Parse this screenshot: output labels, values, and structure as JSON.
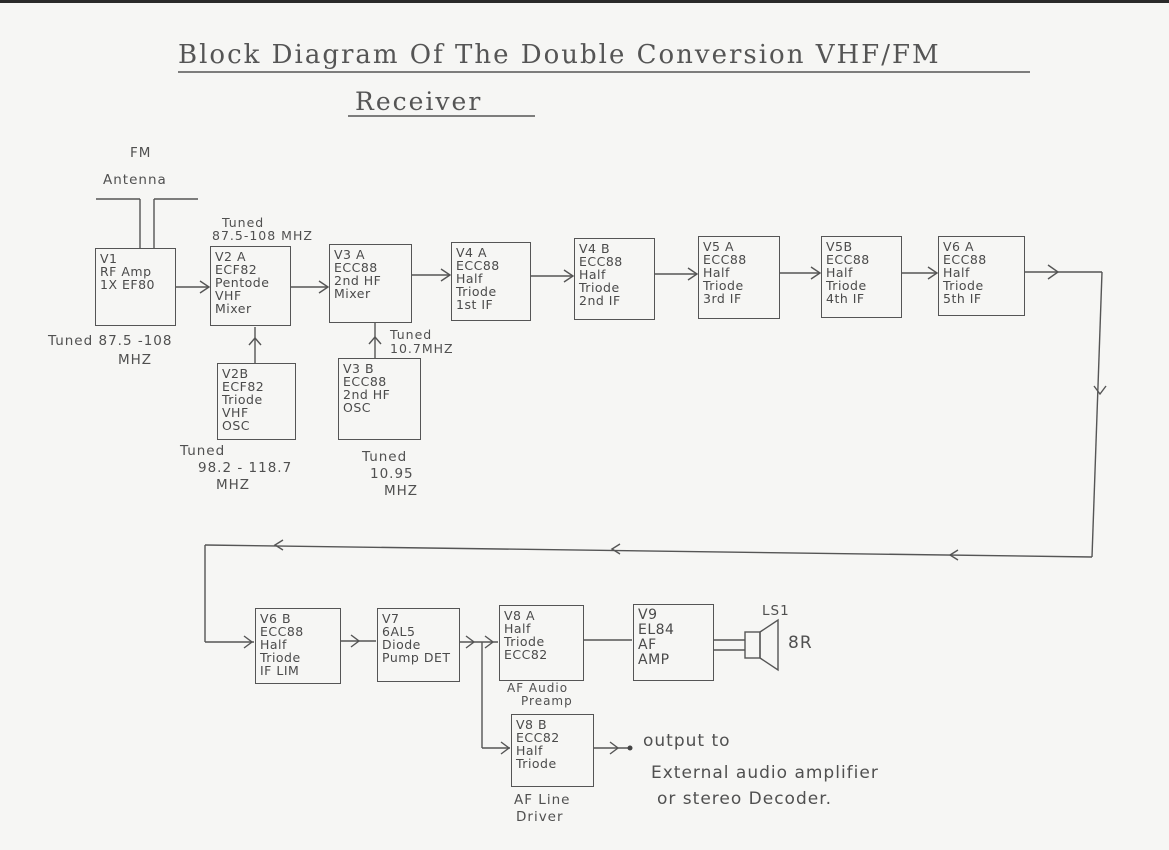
{
  "title_line1": "Block Diagram Of The Double Conversion VHF/FM",
  "title_line2": "Receiver",
  "antenna": {
    "label_1": "FM",
    "label_2": "Antenna"
  },
  "blocks": {
    "v1": [
      "V1",
      "RF Amp",
      "1X EF80"
    ],
    "v2a": [
      "V2 A",
      "ECF82",
      "Pentode",
      "VHF",
      "Mixer"
    ],
    "v2b": [
      "V2B",
      "ECF82",
      "Triode",
      "VHF",
      "OSC"
    ],
    "v3a": [
      "V3 A",
      "ECC88",
      "2nd HF",
      "Mixer"
    ],
    "v3b": [
      "V3 B",
      "ECC88",
      "2nd HF",
      "OSC"
    ],
    "v4a": [
      "V4 A",
      "ECC88",
      "Half",
      "Triode",
      "1st IF"
    ],
    "v4b": [
      "V4 B",
      "ECC88",
      "Half",
      "Triode",
      "2nd IF"
    ],
    "v5a": [
      "V5 A",
      "ECC88",
      "Half",
      "Triode",
      "3rd IF"
    ],
    "v5b": [
      "V5B",
      "ECC88",
      "Half",
      "Triode",
      "4th IF"
    ],
    "v6a": [
      "V6 A",
      "ECC88",
      "Half",
      "Triode",
      "5th IF"
    ],
    "v6b": [
      "V6 B",
      "ECC88",
      "Half",
      "Triode",
      "IF LIM"
    ],
    "v7": [
      "V7",
      "6AL5",
      "Diode",
      "Pump DET"
    ],
    "v8a": [
      "V8 A",
      "Half",
      "Triode",
      "ECC82"
    ],
    "v8b": [
      "V8 B",
      "ECC82",
      "Half",
      "Triode"
    ],
    "v9": [
      "V9",
      "EL84",
      "AF",
      "AMP"
    ]
  },
  "notes": {
    "tuned_v1": [
      "Tuned 87.5 -108",
      "MHZ"
    ],
    "tuned_v2a": [
      "Tuned",
      "87.5-108 MHZ"
    ],
    "tuned_v2b": [
      "Tuned",
      "98.2 - 118.7",
      "MHZ"
    ],
    "tuned_v3a": [
      "Tuned",
      "10.7MHZ"
    ],
    "tuned_v3b": [
      "Tuned",
      "10.95",
      "MHZ"
    ],
    "v8a_caption": [
      "AF Audio",
      "Preamp"
    ],
    "v8b_caption": [
      "AF Line",
      "Driver"
    ],
    "speaker_ref": "LS1",
    "speaker_impedance": "8R",
    "output_text": [
      "output to",
      "External audio amplifier",
      "or stereo Decoder."
    ]
  },
  "colors": {
    "paper": "#f6f6f4",
    "pencil": "#4a4a4a"
  }
}
